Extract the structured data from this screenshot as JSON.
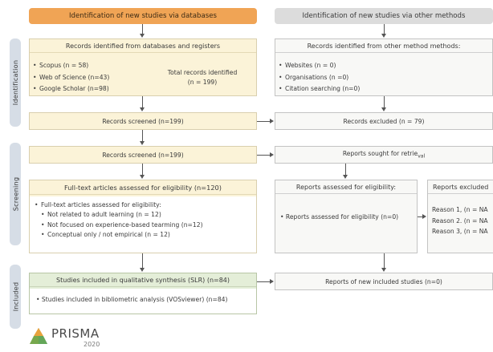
{
  "headers": {
    "databases": "Identification of new studies via databases",
    "other_methods": "Identification of new studies via other methods"
  },
  "phases": {
    "identification": "Identification",
    "screening": "Screening",
    "included": "Included"
  },
  "identification_db": {
    "title": "Records identified from databases and registers",
    "items": [
      "Scopus (n = 58)",
      "Web of Science (n=43)",
      "Google Scholar (n=98)"
    ],
    "total_label": "Total records identified",
    "total_value": "(n = 199)"
  },
  "identification_other": {
    "title": "Records identified from other method methods:",
    "items": [
      "Websites (n = 0)",
      "Organisations (n =0)",
      "Citation searching (n=0)"
    ]
  },
  "screening": {
    "records_screened_1": "Records screened (n=199)",
    "records_excluded": "Records excluded (n = 79)",
    "records_screened_2": "Records screened (n=199)",
    "reports_sought": "Reports sought for retrie",
    "reports_sought_suffix": "val"
  },
  "eligibility_db": {
    "title": "Full-text articles assessed for eligibility (n=120)",
    "lead": "Full-text articles assessed for eligibility:",
    "items": [
      "Not related to adult learning (n = 12)",
      "Not focused on experience-based tearming (n=12)",
      "Conceptual only / not empirical (n = 12)"
    ]
  },
  "eligibility_other": {
    "title": "Reports assessed for eligibility:",
    "item": "Reports assessed for eligibility (n=0)"
  },
  "excluded_other": {
    "title": "Reports excluded",
    "reasons": [
      "Reason 1, (n = NA",
      "Reason 2. (n = NA",
      "Reason 3, (n = NA"
    ]
  },
  "included": {
    "title": "Studies included in qualitative synthesis (SLR) (n=84)",
    "item": "Studies included in bibliometric analysis (VOSviewer) (n=84)",
    "new_reports": "Reports of new included studies (n=0)"
  },
  "logo": {
    "name": "PRISMA",
    "year": "2020",
    "colors": [
      "#e8a33d",
      "#2e8fb5",
      "#6aa84f"
    ]
  }
}
